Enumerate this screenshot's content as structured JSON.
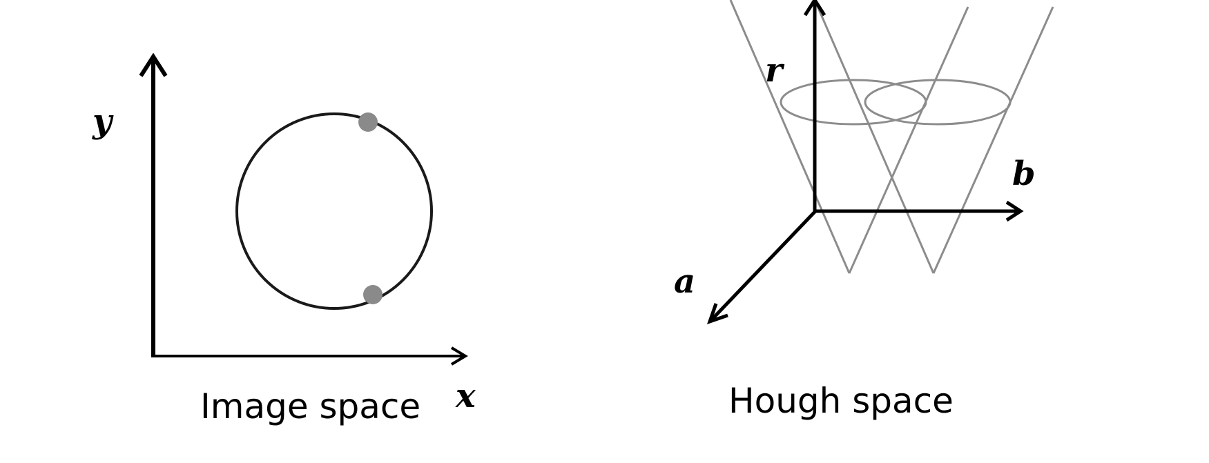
{
  "colors": {
    "axis": "#000000",
    "circle": "#1a1a1a",
    "hough_lines": "#8c8c8c",
    "points": "#8a8a8a"
  },
  "image_space": {
    "caption": "Image space",
    "x_label": "x",
    "y_label": "y",
    "marked_points": 2
  },
  "hough_space": {
    "caption": "Hough space",
    "a_label": "a",
    "b_label": "b",
    "r_label": "r",
    "cones": 2
  }
}
